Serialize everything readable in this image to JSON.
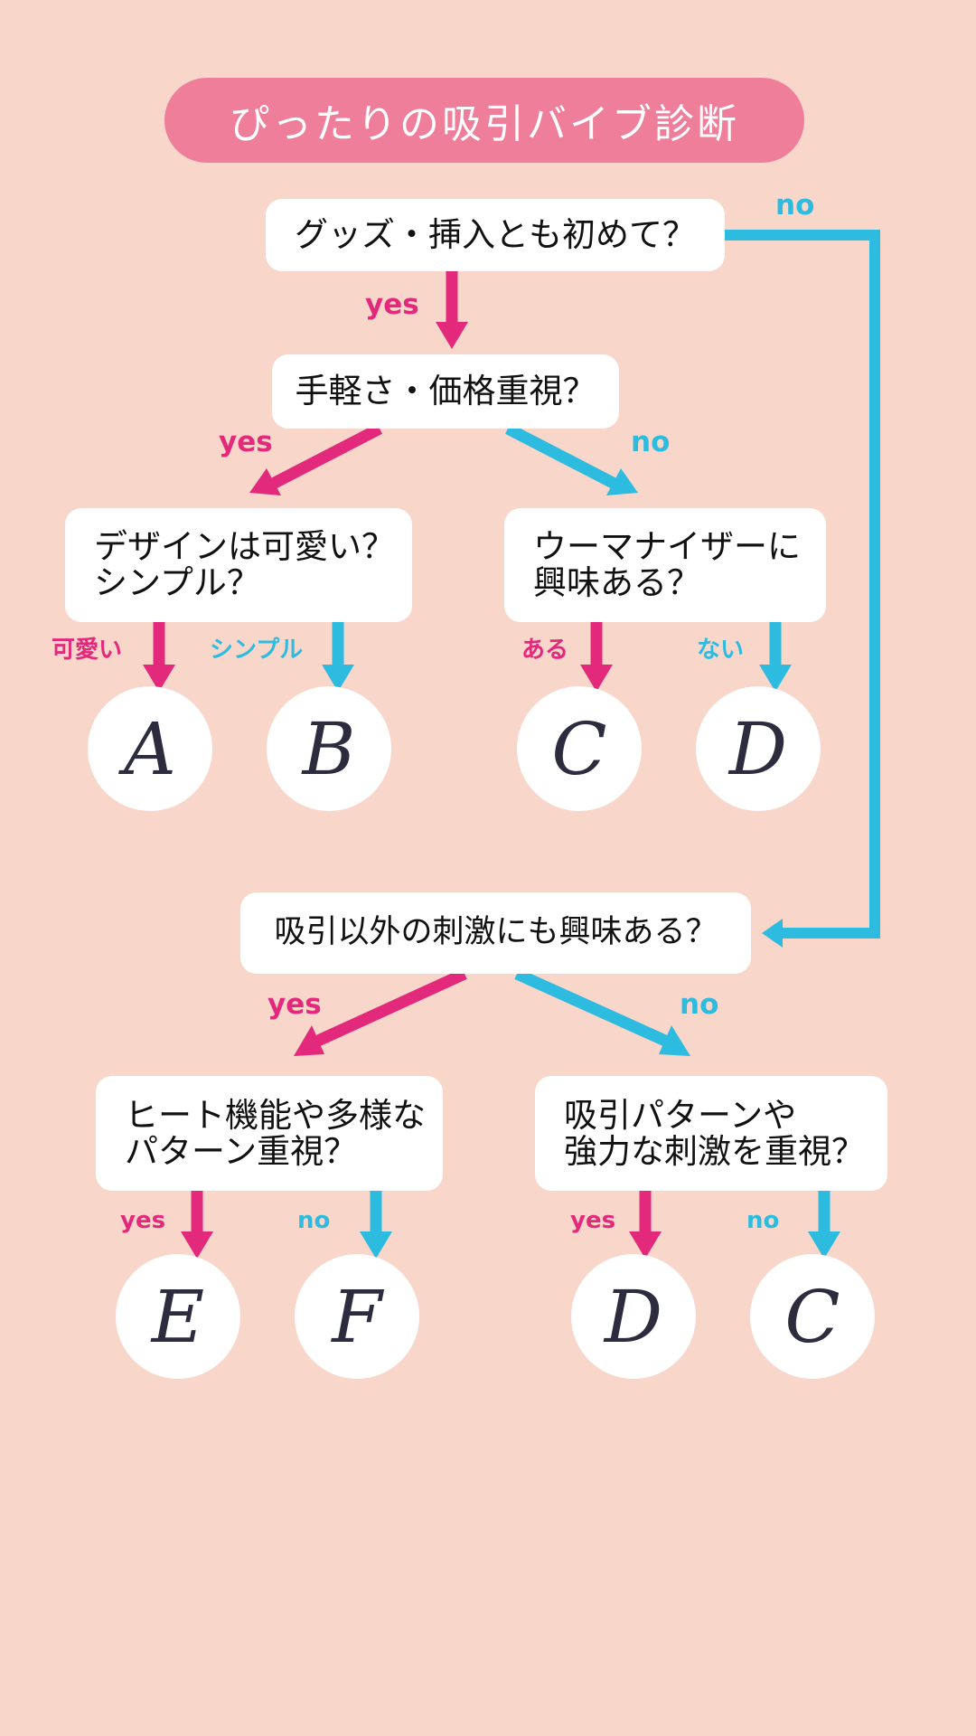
{
  "title": "ぴったりの吸引バイブ診断",
  "colors": {
    "background": "#f8d6ca",
    "title_pill": "#ee7e99",
    "yes_pink": "#e2297c",
    "no_blue": "#2ebbe0",
    "result_letter": "#2c2c3e"
  },
  "questions": {
    "q1": [
      "グッズ・挿入とも初めて？"
    ],
    "q2": [
      "手軽さ・価格重視？"
    ],
    "q3": [
      "デザインは可愛い？",
      "シンプル？"
    ],
    "q4": [
      "ウーマナイザーに",
      "興味ある？"
    ],
    "q5": [
      "吸引以外の刺激にも興味ある？"
    ],
    "q6": [
      "ヒート機能や多様な",
      "パターン重視？"
    ],
    "q7": [
      "吸引パターンや",
      "強力な刺激を重視？"
    ]
  },
  "labels": {
    "q1_yes": "yes",
    "q1_no": "no",
    "q2_yes": "yes",
    "q2_no": "no",
    "q3_a": "可愛い",
    "q3_b": "シンプル",
    "q4_c": "ある",
    "q4_d": "ない",
    "q5_yes": "yes",
    "q5_no": "no",
    "q6_yes": "yes",
    "q6_no": "no",
    "q7_yes": "yes",
    "q7_no": "no"
  },
  "results": {
    "r1": "A",
    "r2": "B",
    "r3": "C",
    "r4": "D",
    "r5": "E",
    "r6": "F",
    "r7": "D",
    "r8": "C"
  }
}
